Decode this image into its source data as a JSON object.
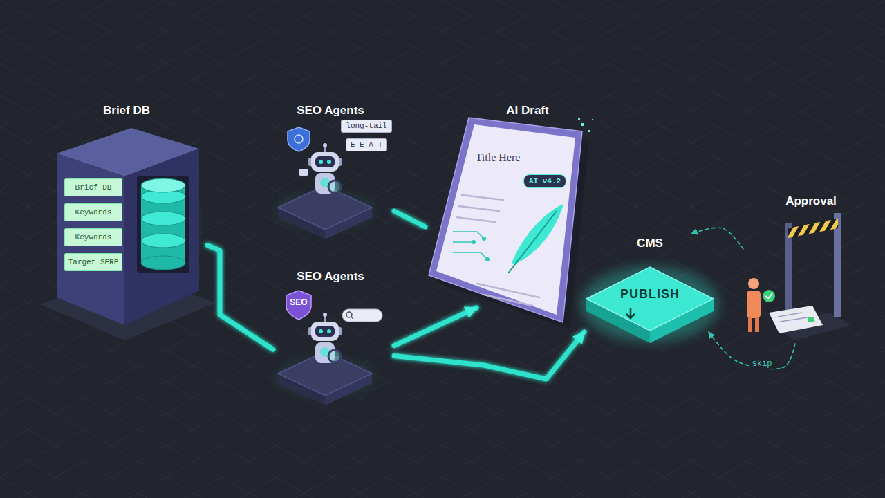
{
  "diagram": {
    "nodes": [
      {
        "text": [
          "Brief DB",
          "Brief DB",
          "Keywords",
          "Keywords",
          "Target SERP"
        ]
      },
      {
        "text": [
          "SEO Agents",
          "long-tail",
          "E-E-A-T"
        ]
      },
      {
        "text": [
          "SEO Agents",
          "SEO"
        ]
      },
      {
        "text": [
          "AI Draft",
          "Title Here",
          "AI v4.2"
        ]
      },
      {
        "text": [
          "CMS",
          "PUBLISH"
        ]
      },
      {
        "text": [
          "Approval"
        ]
      }
    ],
    "edges": [
      {
        "from": 0,
        "to": 2,
        "arrow": "none"
      },
      {
        "from": 1,
        "to": 3,
        "arrow": "none"
      },
      {
        "from": 2,
        "to": 3,
        "arrow": "to"
      },
      {
        "from": 2,
        "to": 4,
        "arrow": "to"
      },
      {
        "from": 5,
        "to": 4,
        "arrow": "to"
      },
      {
        "from": 5,
        "to": 4,
        "label": "skip",
        "arrow": "to"
      }
    ]
  }
}
